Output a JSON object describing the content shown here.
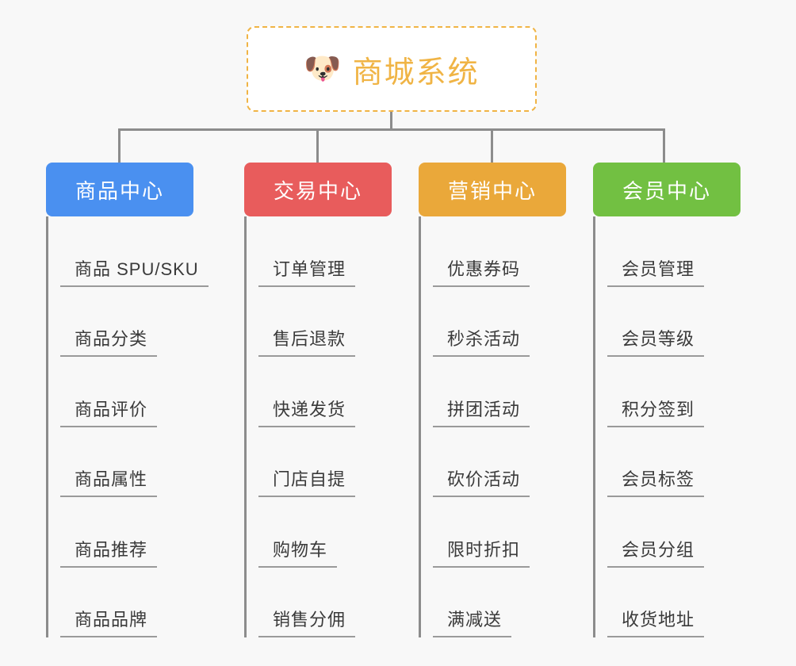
{
  "background_color": "#f8f8f8",
  "root": {
    "icon": "dog-face-emoji",
    "icon_glyph": "🐶",
    "title": "商城系统",
    "text_color": "#f0b445",
    "border_color": "#f0b445",
    "fill_color": "#ffffff"
  },
  "connector_color": "#8c8c8c",
  "columns": [
    {
      "title": "商品中心",
      "color": "#4a90f0",
      "items": [
        {
          "label": "商品 SPU/SKU"
        },
        {
          "label": "商品分类"
        },
        {
          "label": "商品评价"
        },
        {
          "label": "商品属性"
        },
        {
          "label": "商品推荐"
        },
        {
          "label": "商品品牌"
        }
      ]
    },
    {
      "title": "交易中心",
      "color": "#e85c5c",
      "items": [
        {
          "label": "订单管理"
        },
        {
          "label": "售后退款"
        },
        {
          "label": "快递发货"
        },
        {
          "label": "门店自提"
        },
        {
          "label": "购物车"
        },
        {
          "label": "销售分佣"
        }
      ]
    },
    {
      "title": "营销中心",
      "color": "#eaa83a",
      "items": [
        {
          "label": "优惠券码"
        },
        {
          "label": "秒杀活动"
        },
        {
          "label": "拼团活动"
        },
        {
          "label": "砍价活动"
        },
        {
          "label": "限时折扣"
        },
        {
          "label": "满减送"
        }
      ]
    },
    {
      "title": "会员中心",
      "color": "#72c042",
      "items": [
        {
          "label": "会员管理"
        },
        {
          "label": "会员等级"
        },
        {
          "label": "积分签到"
        },
        {
          "label": "会员标签"
        },
        {
          "label": "会员分组"
        },
        {
          "label": "收货地址"
        }
      ]
    }
  ]
}
